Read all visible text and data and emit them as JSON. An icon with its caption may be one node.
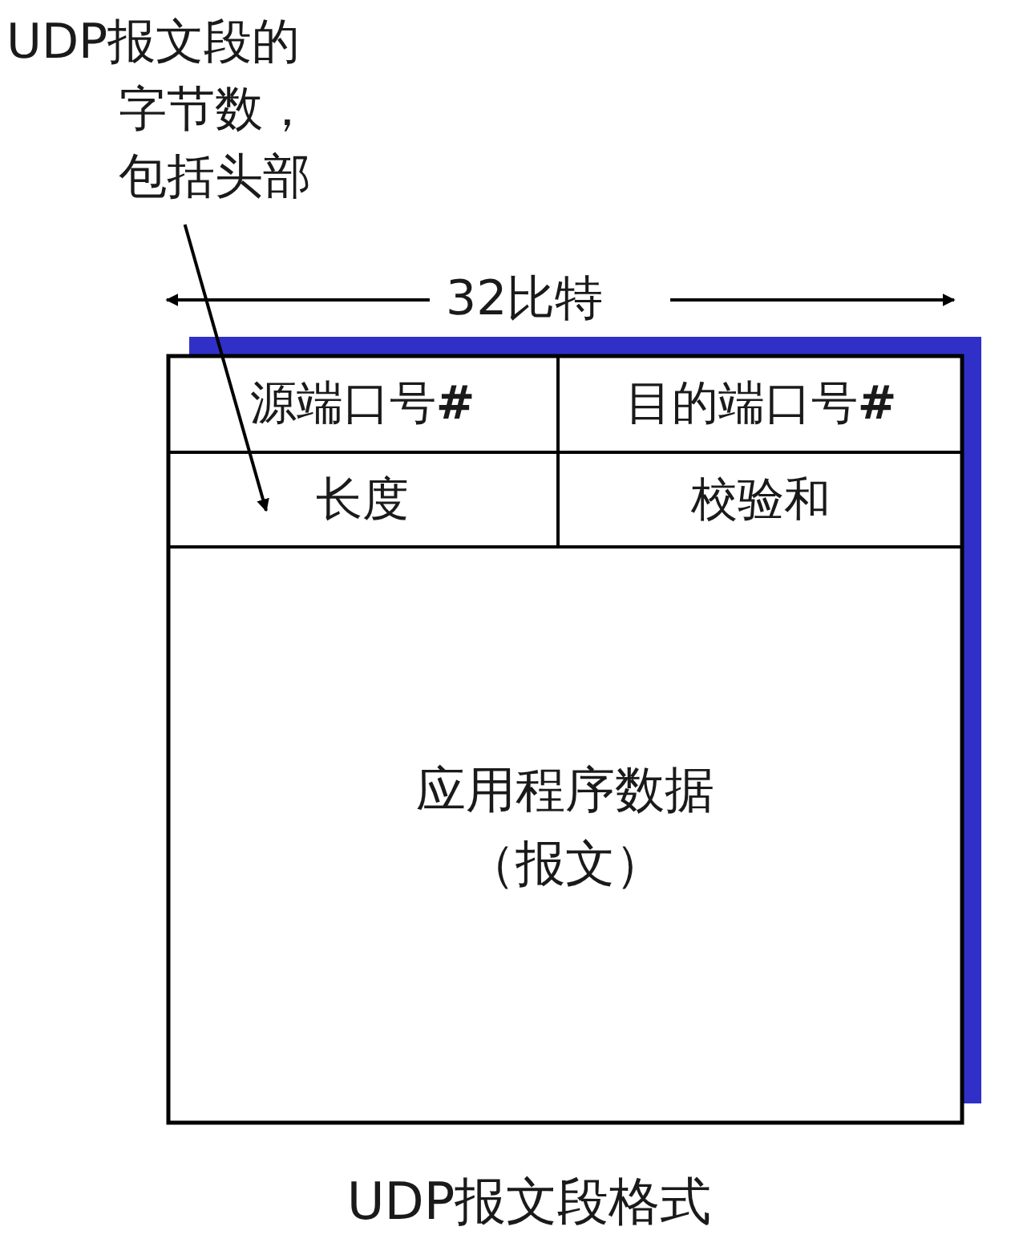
{
  "diagram": {
    "caption": "UDP报文段格式",
    "nodes": [
      {
        "text": [
          "UDP报文段的字节数，包括头部"
        ]
      },
      {
        "text": [
          "源端口号**#**"
        ]
      },
      {
        "text": [
          "目的端口号**#**"
        ]
      },
      {
        "text": [
          "长度"
        ]
      },
      {
        "text": [
          "校验和"
        ]
      },
      {
        "text": [
          "应用程序数据（报文）"
        ]
      }
    ],
    "edges": [
      {
        "from": 0,
        "to": 3,
        "arrow": "to"
      }
    ],
    "labels": [
      "32比特"
    ]
  }
}
